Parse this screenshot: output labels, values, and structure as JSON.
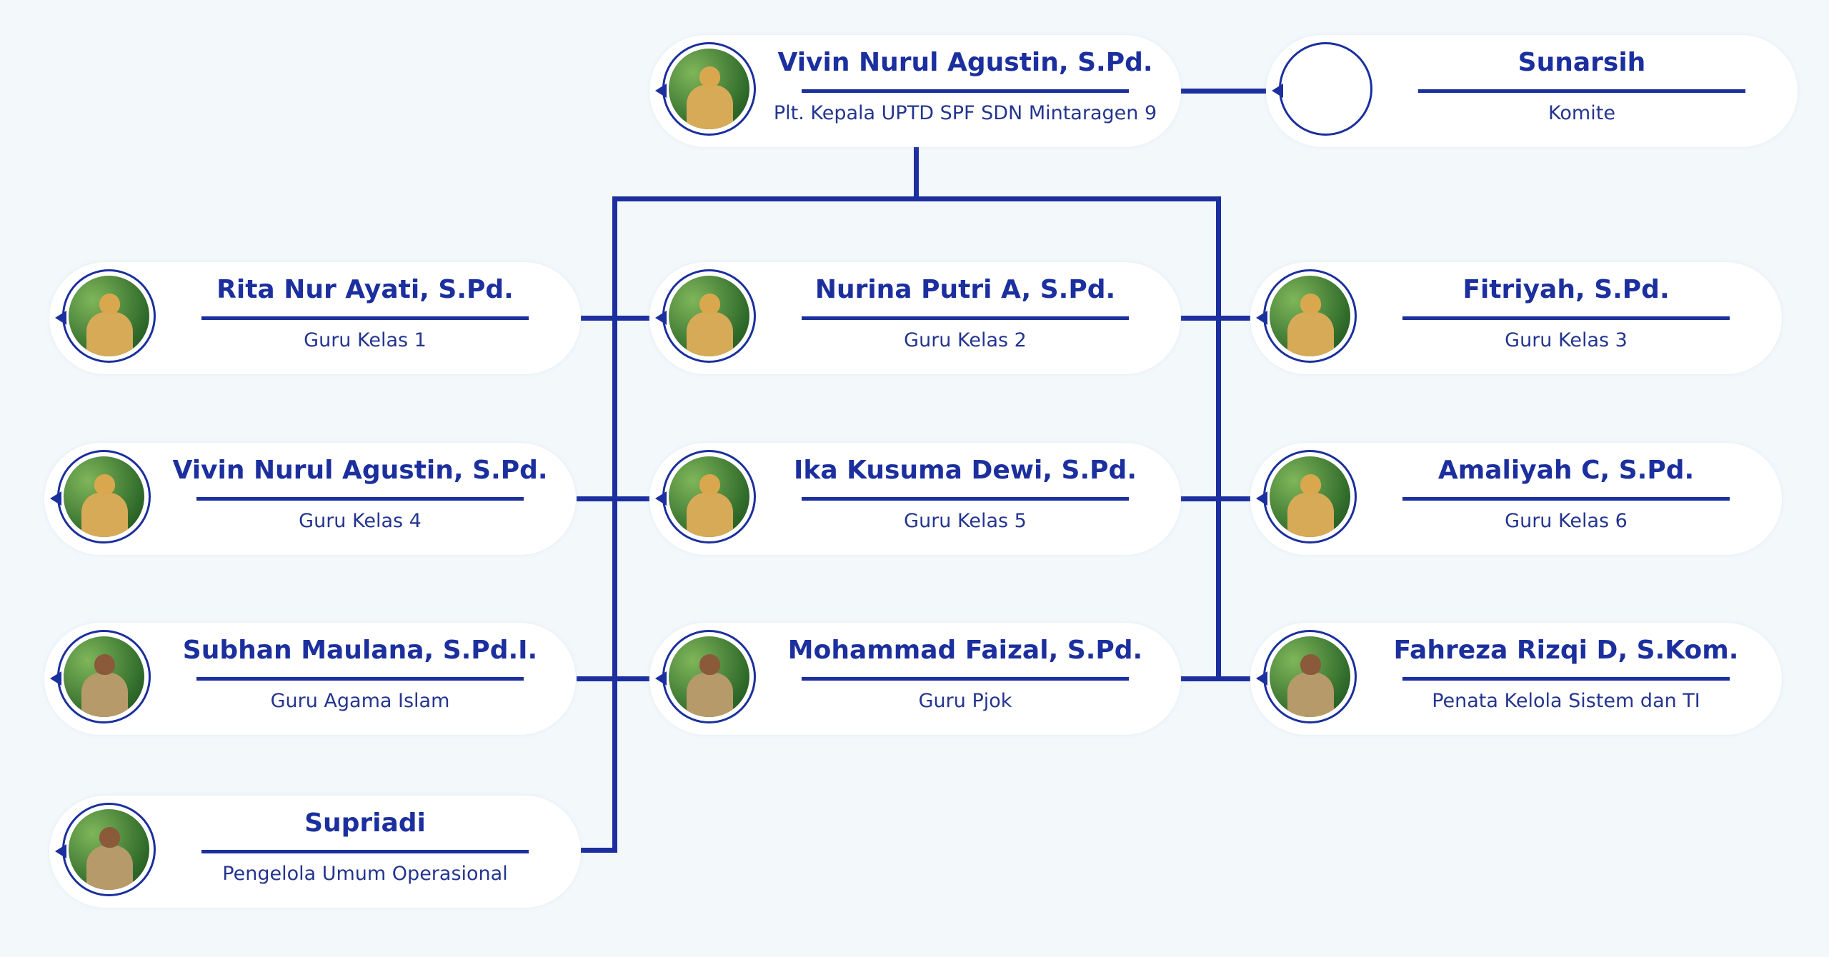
{
  "colors": {
    "accent": "#1c2f9e",
    "background": "#f3f8fb",
    "card": "#ffffff"
  },
  "head": {
    "name": "Vivin Nurul Agustin, S.Pd.",
    "role": "Plt. Kepala UPTD SPF SDN Mintaragen 9",
    "photo": "woman-hijab"
  },
  "committee": {
    "name": "Sunarsih",
    "role": "Komite",
    "photo": "none"
  },
  "staff": [
    {
      "name": "Rita Nur Ayati, S.Pd.",
      "role": "Guru Kelas 1",
      "photo": "woman-hijab"
    },
    {
      "name": "Nurina Putri A, S.Pd.",
      "role": "Guru Kelas 2",
      "photo": "woman-hijab"
    },
    {
      "name": "Fitriyah, S.Pd.",
      "role": "Guru Kelas 3",
      "photo": "woman-hijab"
    },
    {
      "name": "Vivin Nurul Agustin, S.Pd.",
      "role": "Guru Kelas 4",
      "photo": "woman-hijab"
    },
    {
      "name": "Ika Kusuma Dewi, S.Pd.",
      "role": "Guru Kelas 5",
      "photo": "woman-hijab"
    },
    {
      "name": "Amaliyah C, S.Pd.",
      "role": "Guru Kelas 6",
      "photo": "woman-hijab"
    },
    {
      "name": "Subhan Maulana, S.Pd.I.",
      "role": "Guru Agama Islam",
      "photo": "man"
    },
    {
      "name": "Mohammad Faizal, S.Pd.",
      "role": "Guru Pjok",
      "photo": "man"
    },
    {
      "name": "Fahreza Rizqi D, S.Kom.",
      "role": "Penata Kelola Sistem dan TI",
      "photo": "man"
    },
    {
      "name": "Supriadi",
      "role": "Pengelola Umum Operasional",
      "photo": "man"
    }
  ]
}
